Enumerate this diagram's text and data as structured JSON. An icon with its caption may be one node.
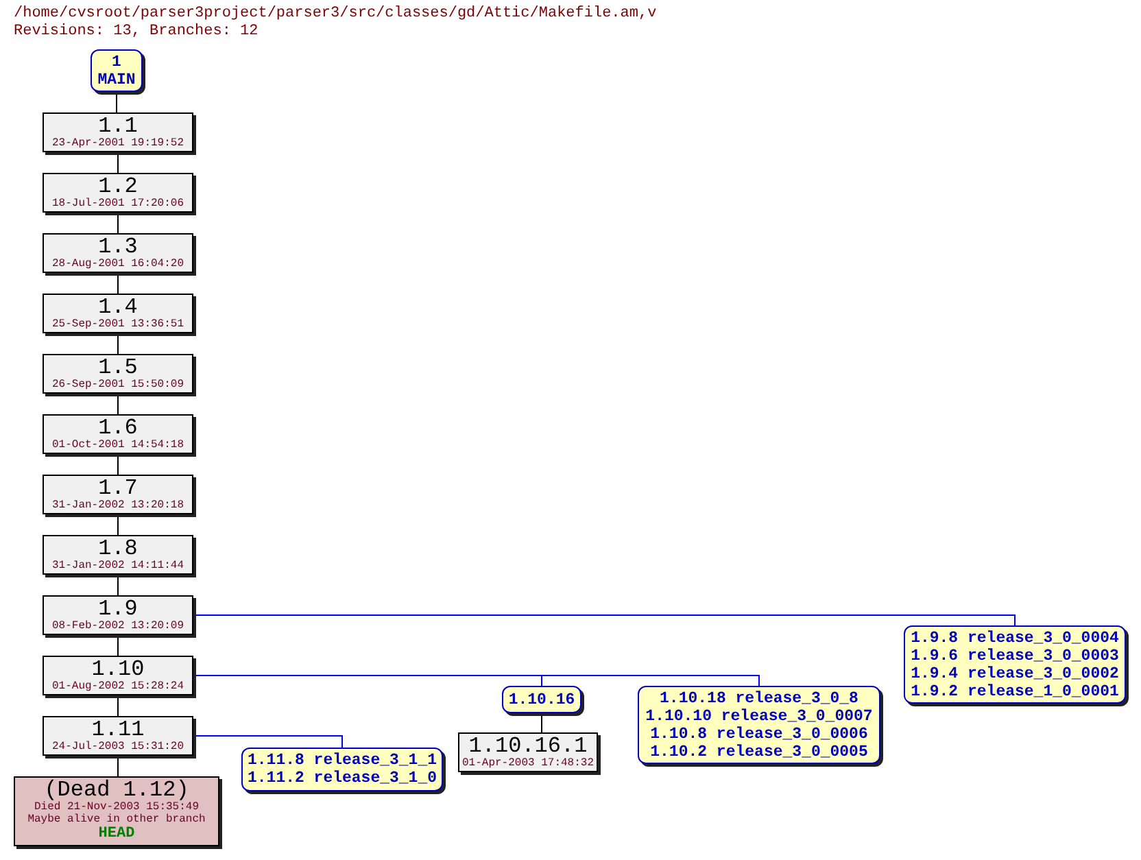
{
  "diagram": {
    "title": "/home/cvsroot/parser3project/parser3/src/classes/gd/Attic/Makefile.am,v",
    "labels": [
      "Revisions: 13, Branches: 12"
    ],
    "nodes": [
      {
        "text": [
          "1",
          "MAIN"
        ]
      },
      {
        "text": [
          "1.1",
          "23-Apr-2001 19:19:52"
        ]
      },
      {
        "text": [
          "1.2",
          "18-Jul-2001 17:20:06"
        ]
      },
      {
        "text": [
          "1.3",
          "28-Aug-2001 16:04:20"
        ]
      },
      {
        "text": [
          "1.4",
          "25-Sep-2001 13:36:51"
        ]
      },
      {
        "text": [
          "1.5",
          "26-Sep-2001 15:50:09"
        ]
      },
      {
        "text": [
          "1.6",
          "01-Oct-2001 14:54:18"
        ]
      },
      {
        "text": [
          "1.7",
          "31-Jan-2002 13:20:18"
        ]
      },
      {
        "text": [
          "1.8",
          "31-Jan-2002 14:11:44"
        ]
      },
      {
        "text": [
          "1.9",
          "08-Feb-2002 13:20:09"
        ]
      },
      {
        "text": [
          "1.10",
          "01-Aug-2002 15:28:24"
        ]
      },
      {
        "text": [
          "1.11",
          "24-Jul-2003 15:31:20"
        ]
      },
      {
        "text": [
          "(Dead 1.12)",
          "Died 21-Nov-2003 15:35:49",
          "Maybe alive in other branch",
          "HEAD"
        ]
      },
      {
        "text": [
          "1.9.8 release_3_0_0004",
          "1.9.6 release_3_0_0003",
          "1.9.4 release_3_0_0002",
          "1.9.2 release_1_0_0001"
        ]
      },
      {
        "text": [
          "1.10.16"
        ]
      },
      {
        "text": [
          "1.10.16.1",
          "01-Apr-2003 17:48:32"
        ]
      },
      {
        "text": [
          "1.10.18 release_3_0_8",
          "1.10.10 release_3_0_0007",
          "1.10.8 release_3_0_0006",
          "1.10.2 release_3_0_0005"
        ]
      },
      {
        "text": [
          "1.11.8 release_3_1_1",
          "1.11.2 release_3_1_0"
        ]
      }
    ],
    "edges": [
      {
        "from": 0,
        "to": 1,
        "arrow": "none"
      },
      {
        "from": 1,
        "to": 2,
        "arrow": "none"
      },
      {
        "from": 2,
        "to": 3,
        "arrow": "none"
      },
      {
        "from": 3,
        "to": 4,
        "arrow": "none"
      },
      {
        "from": 4,
        "to": 5,
        "arrow": "none"
      },
      {
        "from": 5,
        "to": 6,
        "arrow": "none"
      },
      {
        "from": 6,
        "to": 7,
        "arrow": "none"
      },
      {
        "from": 7,
        "to": 8,
        "arrow": "none"
      },
      {
        "from": 8,
        "to": 9,
        "arrow": "none"
      },
      {
        "from": 9,
        "to": 10,
        "arrow": "none"
      },
      {
        "from": 10,
        "to": 11,
        "arrow": "none"
      },
      {
        "from": 11,
        "to": 12,
        "arrow": "none"
      },
      {
        "from": 9,
        "to": 13,
        "arrow": "none",
        "color": "#0000ff"
      },
      {
        "from": 10,
        "to": 14,
        "arrow": "none",
        "color": "#0000ff"
      },
      {
        "from": 14,
        "to": 15,
        "arrow": "none"
      },
      {
        "from": 10,
        "to": 16,
        "arrow": "none",
        "color": "#0000ff"
      },
      {
        "from": 11,
        "to": 17,
        "arrow": "none",
        "color": "#0000ff"
      }
    ]
  }
}
